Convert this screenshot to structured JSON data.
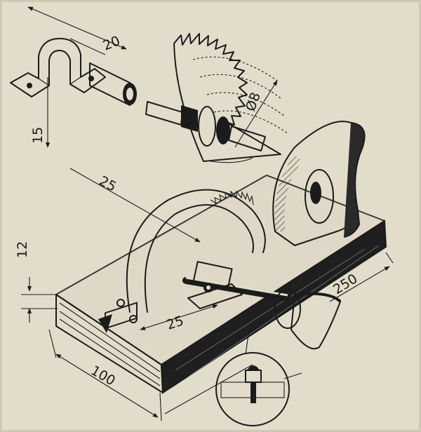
{
  "dimensions": {
    "clamp_width": "20",
    "clamp_height": "15",
    "blade_diameter": "Ø8",
    "guard_radius": "25",
    "board_thickness": "12",
    "axle_offset": "25",
    "board_width": "100",
    "board_length": "250"
  },
  "icons": {
    "saw_blade": "saw-blade-icon",
    "bolt": "bolt-icon",
    "clamp": "clamp-icon",
    "guard": "blade-guard-icon",
    "bracket": "motor-bracket-icon",
    "handle": "handle-icon",
    "detail": "detail-circle-icon"
  },
  "colors": {
    "paper": "#e2dccb",
    "ink": "#1b1b1b"
  }
}
